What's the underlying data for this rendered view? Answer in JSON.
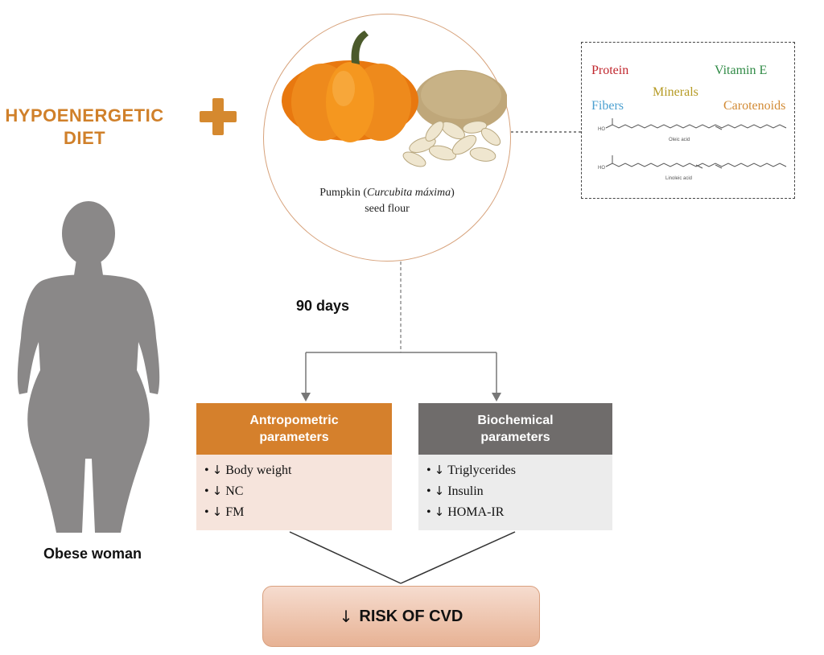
{
  "diet": {
    "title_line1": "HYPOENERGETIC",
    "title_line2": "DIET"
  },
  "pumpkin": {
    "caption_prefix": "Pumpkin (",
    "caption_species": "Curcubita máxima",
    "caption_suffix": ")",
    "caption_line2": "seed flour"
  },
  "nutrients": {
    "items": [
      {
        "label": "Protein",
        "color": "#c0262d"
      },
      {
        "label": "Vitamin E",
        "color": "#2f8a45"
      },
      {
        "label": "Minerals",
        "color": "#b59a23"
      },
      {
        "label": "Fibers",
        "color": "#4a9fd0"
      },
      {
        "label": "Carotenoids",
        "color": "#d28a34"
      }
    ],
    "molecules": [
      {
        "label": "Oleic acid",
        "atom": "HO"
      },
      {
        "label": "Linoleic acid",
        "atom": "HO"
      }
    ]
  },
  "subject": {
    "label": "Obese woman"
  },
  "duration": {
    "label": "90 days"
  },
  "antropometric": {
    "title_line1": "Antropometric",
    "title_line2": "parameters",
    "color": "#d5802c",
    "items": [
      "Body weight",
      "NC",
      "FM"
    ]
  },
  "biochemical": {
    "title_line1": "Biochemical",
    "title_line2": "parameters",
    "color": "#6f6c6b",
    "items": [
      "Triglycerides",
      "Insulin",
      "HOMA-IR"
    ]
  },
  "outcome": {
    "label": "RISK OF CVD"
  },
  "symbols": {
    "bullet": "•",
    "down_arrow": "↓"
  }
}
